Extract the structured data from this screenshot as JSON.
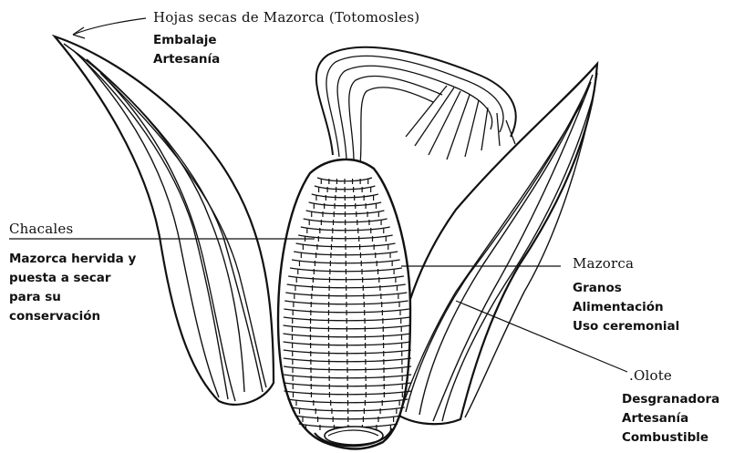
{
  "labels": {
    "hojas": {
      "title": "Hojas secas de Mazorca (Totomosles)",
      "lines": [
        "Embalaje",
        "Artesanía"
      ]
    },
    "chacales": {
      "title": "Chacales",
      "lines": [
        "Mazorca hervida y",
        "puesta a secar",
        "para su",
        "conservación"
      ]
    },
    "mazorca": {
      "title": "Mazorca",
      "lines": [
        "Granos",
        "Alimentación",
        "Uso ceremonial"
      ]
    },
    "olote": {
      "title": ".Olote",
      "lines": [
        "Desgranadora",
        "Artesanía",
        "Combustible"
      ]
    }
  },
  "colors": {
    "ink": "#111111",
    "background": "#ffffff"
  }
}
